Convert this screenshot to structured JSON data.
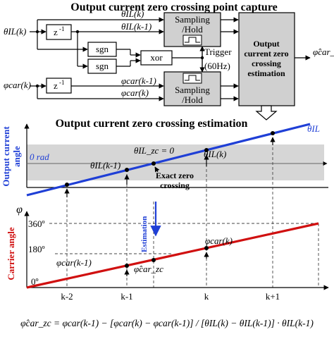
{
  "top": {
    "title": "Output current zero crossing point capture",
    "in_theta": "θIL(k)",
    "in_phi": "φcar(k)",
    "delay": "z",
    "delay_exp": "-1",
    "sgn": "sgn",
    "xor": "xor",
    "theta_k": "θIL(k)",
    "theta_k1": "θIL(k-1)",
    "phi_k1": "φcar(k-1)",
    "phi_k": "φcar(k)",
    "sampling": "Sampling",
    "hold": "/Hold",
    "trigger": "Trigger",
    "freq": "(60Hz)",
    "est_block": [
      "Output",
      "current zero",
      "crossing",
      "estimation"
    ],
    "output": "φ̂car_zc"
  },
  "bottom": {
    "title": "Output current zero crossing estimation",
    "y1_label": [
      "Output current",
      "angle"
    ],
    "y2_label": "Carrier angle",
    "zero_rad": "0 rad",
    "theta_zc": "θIL_zc = 0",
    "theta_k1": "θIL(k-1)",
    "theta_k": "θIL(k)",
    "theta_line": "θIL",
    "exact": [
      "Exact zero",
      "crossing"
    ],
    "phi_axis": "φ",
    "deg360": "360º",
    "deg180": "180º",
    "deg0": "0º",
    "estimation": "Estimation",
    "phi_k1": "φcar(k-1)",
    "phi_zc": "φ̂car_zc",
    "phi_k": "φcar(k)",
    "x_ticks": [
      "k-2",
      "k-1",
      "k",
      "k+1"
    ],
    "formula": "φ̂car_zc = φcar(k-1) − [φcar(k) − φcar(k-1)] / [θIL(k) − θIL(k-1)] · θIL(k-1)"
  },
  "colors": {
    "theta_line": "#1f3fd6",
    "phi_line": "#d01010",
    "band": "#d6d6d6",
    "block": "#d0d0d0",
    "axis_label_red": "#d01010",
    "axis_label_blue": "#1f3fd6"
  }
}
